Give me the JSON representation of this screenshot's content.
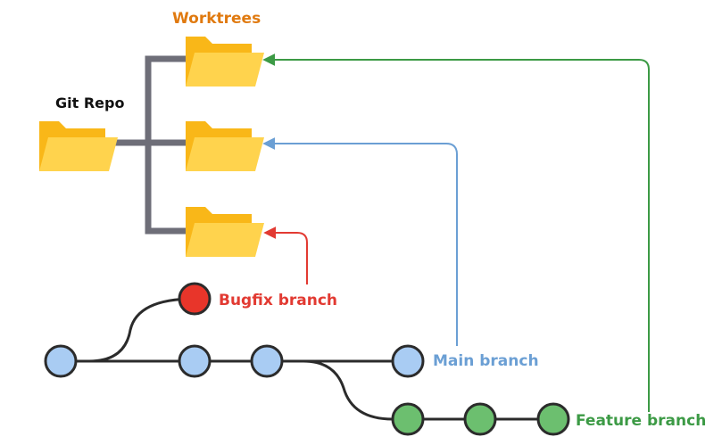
{
  "labels": {
    "worktrees": "Worktrees",
    "git_repo": "Git Repo",
    "bugfix_branch": "Bugfix branch",
    "main_branch": "Main branch",
    "feature_branch": "Feature branch"
  },
  "colors": {
    "worktrees_label": "#e07a10",
    "tree_connector": "#6e6e78",
    "folder_back": "#f9b718",
    "folder_front": "#ffd34d",
    "commit_line": "#2b2b2b",
    "main": "#a9ccf3",
    "main_arrow": "#6b9fd4",
    "bugfix": "#e8352a",
    "bugfix_arrow": "#e23a32",
    "feature": "#6cbf6f",
    "feature_arrow": "#3c9a45",
    "node_stroke": "#2b2b2b"
  },
  "icons": [
    "folder-icon",
    "commit-node"
  ]
}
